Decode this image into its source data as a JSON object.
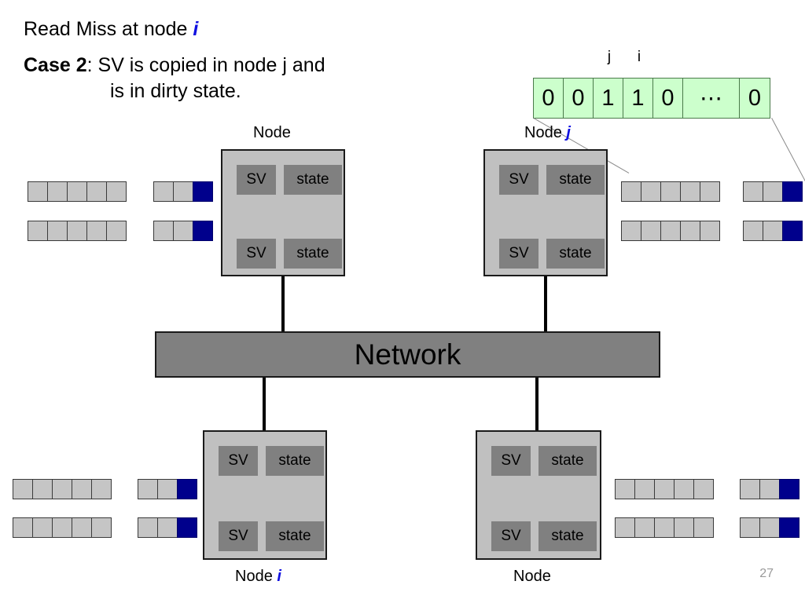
{
  "slide": {
    "heading_prefix": "Read Miss at node ",
    "heading_var": "i",
    "case_label": "Case 2",
    "case_text": ": SV is copied in node j and",
    "case_text_line2": "is in dirty state.",
    "page_number": "27"
  },
  "bitvector": {
    "index_label_j": "j",
    "index_label_i": "i",
    "cells": [
      "0",
      "0",
      "1",
      "1",
      "0",
      "⋯",
      "0"
    ],
    "fill_color": "#CCFFCC",
    "border_color": "#4a7a4a"
  },
  "network": {
    "label": "Network",
    "fill_color": "#808080"
  },
  "nodes": [
    {
      "id": "top-left",
      "caption_prefix": "Node",
      "caption_var": "",
      "slots": [
        {
          "sv": "SV",
          "state": "state"
        },
        {
          "sv": "SV",
          "state": "state"
        }
      ]
    },
    {
      "id": "top-right",
      "caption_prefix": "Node ",
      "caption_var": "j",
      "slots": [
        {
          "sv": "SV",
          "state": "state"
        },
        {
          "sv": "SV",
          "state": "state"
        }
      ]
    },
    {
      "id": "bottom-left",
      "caption_prefix": "Node ",
      "caption_var": "i",
      "slots": [
        {
          "sv": "SV",
          "state": "state"
        },
        {
          "sv": "SV",
          "state": "state"
        }
      ]
    },
    {
      "id": "bottom-right",
      "caption_prefix": "Node",
      "caption_var": "",
      "slots": [
        {
          "sv": "SV",
          "state": "state"
        },
        {
          "sv": "SV",
          "state": "state"
        }
      ]
    }
  ],
  "vectors": {
    "long_bits": [
      0,
      0,
      0,
      0,
      0
    ],
    "short_bits": [
      0,
      0,
      1
    ],
    "off_color": "#C5C5C5",
    "on_color": "#00008C"
  }
}
